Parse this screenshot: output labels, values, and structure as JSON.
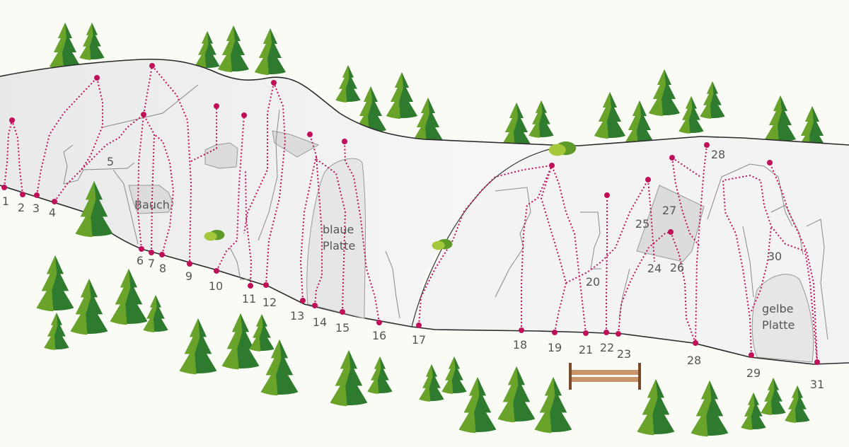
{
  "colors": {
    "background": "#fbfbf5",
    "rock": "#ececec",
    "rock_outline": "#2a2a2a",
    "route": "#c0105a",
    "tree_dark": "#2e7a2e",
    "tree_light": "#6aa32a",
    "label": "#555555",
    "bench": "#b07850"
  },
  "areas": {
    "bauch": "Bauch",
    "blaue_platte_1": "blaue",
    "blaue_platte_2": "Platte",
    "gelbe_platte_1": "gelbe",
    "gelbe_platte_2": "Platte"
  },
  "route_labels": [
    "1",
    "2",
    "3",
    "4",
    "5",
    "6",
    "7",
    "8",
    "9",
    "10",
    "11",
    "12",
    "13",
    "14",
    "15",
    "16",
    "17",
    "18",
    "19",
    "20",
    "21",
    "22",
    "23",
    "24",
    "25",
    "26",
    "27",
    "28",
    "28",
    "29",
    "30",
    "31"
  ],
  "icons": {
    "tree": "fir-tree-icon",
    "bench": "bench-icon",
    "bush": "bush-icon"
  }
}
